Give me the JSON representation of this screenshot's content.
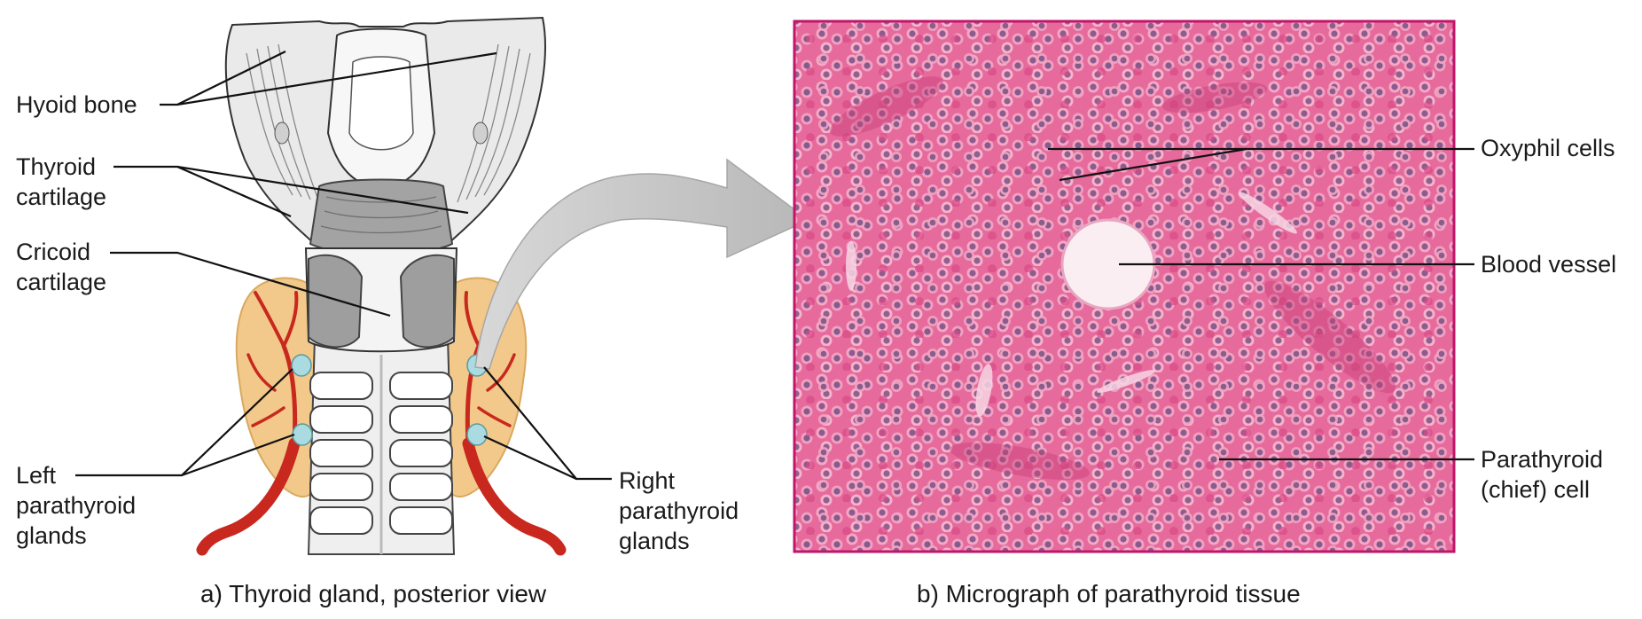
{
  "panel_a": {
    "caption": "a) Thyroid gland, posterior view",
    "labels": {
      "hyoid_bone": "Hyoid bone",
      "thyroid_cartilage_1": "Thyroid",
      "thyroid_cartilage_2": "cartilage",
      "cricoid_cartilage_1": "Cricoid",
      "cricoid_cartilage_2": "cartilage",
      "left_parathyroid_1": "Left",
      "left_parathyroid_2": "parathyroid",
      "left_parathyroid_3": "glands",
      "right_parathyroid_1": "Right",
      "right_parathyroid_2": "parathyroid",
      "right_parathyroid_3": "glands"
    }
  },
  "panel_b": {
    "caption": "b) Micrograph of parathyroid tissue",
    "labels": {
      "oxyphil_cells": "Oxyphil cells",
      "blood_vessel": "Blood vessel",
      "parathyroid_cell_1": "Parathyroid",
      "parathyroid_cell_2": "(chief) cell"
    }
  },
  "colors": {
    "thyroid_tissue": "#f2c98a",
    "artery": "#c8281e",
    "gland": "#a9dbe0",
    "cartilage": "#e9e9e9",
    "muscle_gray": "#9a9a9a",
    "micrograph_bg": "#e25a93",
    "micrograph_frame": "#c0156a",
    "arrow": "#c4c4c4"
  }
}
